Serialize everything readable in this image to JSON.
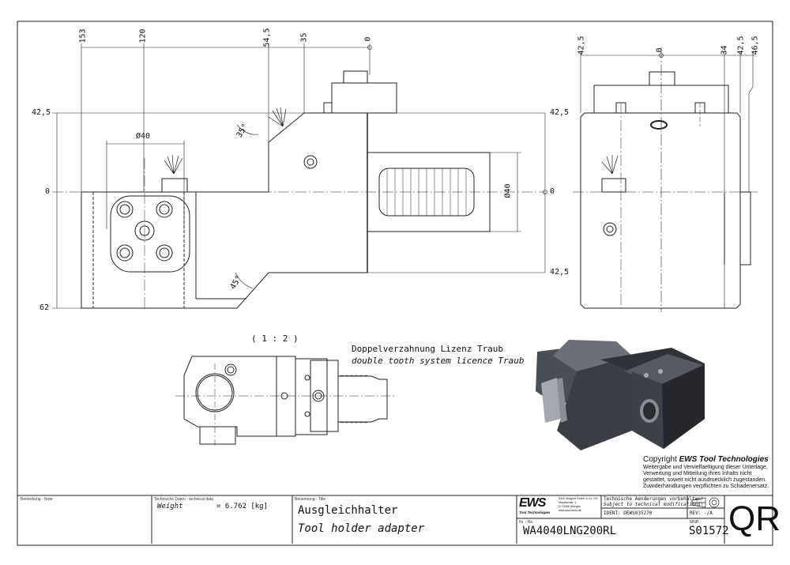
{
  "drawing": {
    "front_view": {
      "top_dims": [
        "153",
        "120",
        "54,5",
        "35",
        "0"
      ],
      "left_dims": [
        "42,5",
        "0",
        "62"
      ],
      "right_dims": [
        "42,5",
        "0",
        "42,5"
      ],
      "diameter_left": "Ø40",
      "diameter_shank": "Ø40",
      "angle_top": "35°",
      "angle_bottom": "45°"
    },
    "side_view": {
      "top_dims": [
        "42,5",
        "0",
        "34",
        "42,5",
        "46,5"
      ]
    },
    "detail_view": {
      "scale": "( 1 : 2 )",
      "note_de": "Doppelverzahnung Lizenz Traub",
      "note_en": "double tooth system licence Traub"
    },
    "copyright": {
      "title_prefix": "Copyright ",
      "brand": "EWS Tool Technologies",
      "lines": [
        "Weitergabe und Vervielfaeltigung dieser Unterlage,",
        "Verwertung und Mitteilung ihres Inhalts nicht",
        "gestattet, soweit nicht ausdruecklich zugestanden.",
        "Zuwiderhandlungen verpflichten zu Schadenersatz."
      ]
    }
  },
  "title_block": {
    "note_label": "Bemerkung - Note",
    "tech_label": "Technische Daten - technical data",
    "weight_label": "Weight",
    "weight_value": "=  6.762 [kg]",
    "title_label": "Benennung - Title",
    "title_de": "Ausgleichhalter",
    "title_en": "Tool holder adapter",
    "logo": "EWS",
    "logo_sub": "Tool Technologies",
    "company": [
      "EWS Weigele GmbH & Co. KG",
      "Maybachstr. 1",
      "D-73066 Uhingen",
      "www.ews-tools.de"
    ],
    "changes_de": "Technische Aenderungen vorbehalten!",
    "changes_en": "Subject to technical modifications!",
    "ident": "IDENT:  DEWS035270",
    "rev": "REV:  -/A",
    "nr_label": "Nr. - No.",
    "part_no": "WA4040LNG200RL",
    "mnr_label": "MNR.",
    "mnr": "S01572",
    "qr": "QR"
  },
  "colors": {
    "line": "#222222",
    "render_body": "#3a3d44",
    "render_light": "#6b6f78"
  }
}
